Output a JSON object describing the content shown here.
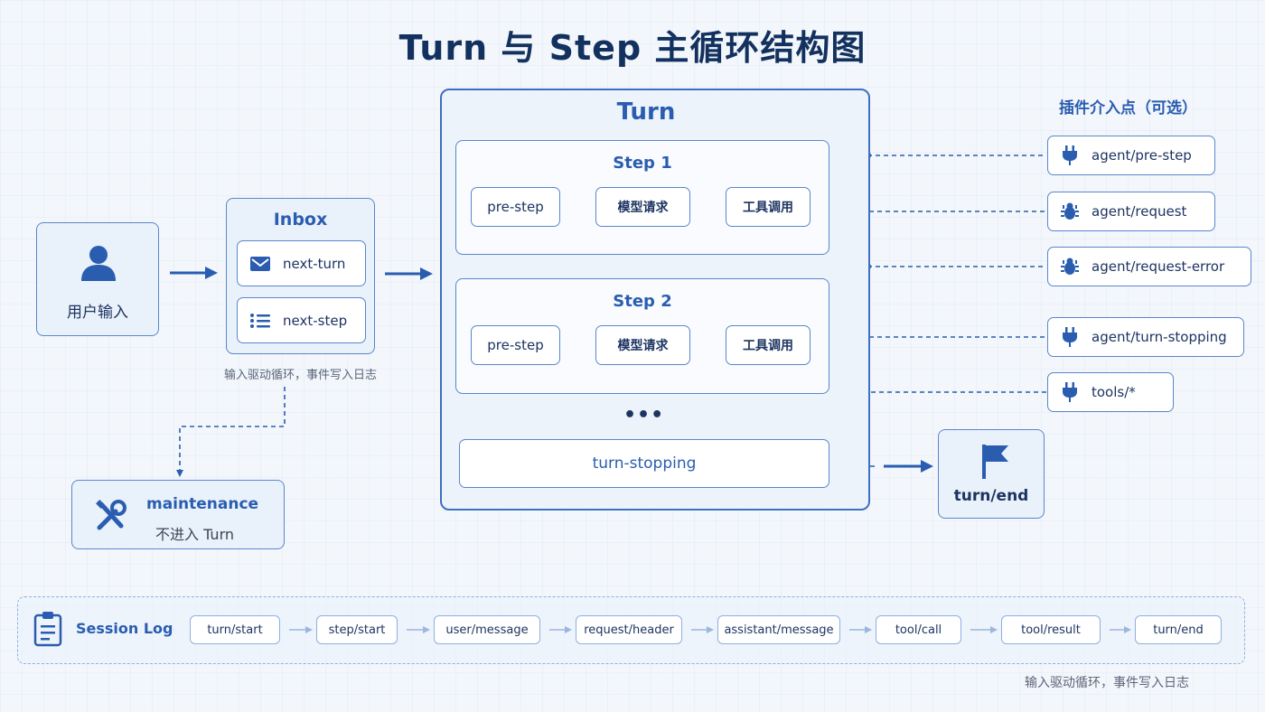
{
  "title": "Turn 与 Step 主循环结构图",
  "user_input": {
    "label": "用户输入",
    "icon": "user-icon"
  },
  "inbox": {
    "title": "Inbox",
    "items": [
      {
        "label": "next-turn",
        "icon": "mail-icon"
      },
      {
        "label": "next-step",
        "icon": "list-icon"
      }
    ],
    "caption": "输入驱动循环，事件写入日志"
  },
  "maintenance": {
    "title": "maintenance",
    "subtitle": "不进入 Turn",
    "icon": "tools-icon"
  },
  "turn": {
    "title": "Turn",
    "steps": [
      {
        "title": "Step 1",
        "nodes": [
          "pre-step",
          "模型请求",
          "工具调用"
        ]
      },
      {
        "title": "Step 2",
        "nodes": [
          "pre-step",
          "模型请求",
          "工具调用"
        ]
      }
    ],
    "ellipsis": "•••",
    "stopping": "turn-stopping"
  },
  "turn_end": {
    "label": "turn/end",
    "icon": "flag-icon"
  },
  "plugins": {
    "title": "插件介入点（可选）",
    "items": [
      {
        "label": "agent/pre-step",
        "icon": "plug-icon"
      },
      {
        "label": "agent/request",
        "icon": "bug-icon"
      },
      {
        "label": "agent/request-error",
        "icon": "bug-icon"
      },
      {
        "label": "agent/turn-stopping",
        "icon": "plug-icon"
      },
      {
        "label": "tools/*",
        "icon": "plug-icon"
      }
    ]
  },
  "session_log": {
    "title": "Session Log",
    "icon": "clipboard-icon",
    "events": [
      "turn/start",
      "step/start",
      "user/message",
      "request/header",
      "assistant/message",
      "tool/call",
      "tool/result",
      "turn/end"
    ]
  },
  "footer_note": "输入驱动循环，事件写入日志",
  "colors": {
    "accent": "#2a5db0",
    "border": "#5a86cc",
    "title": "#13315f",
    "panel": "#e9f1fb"
  }
}
